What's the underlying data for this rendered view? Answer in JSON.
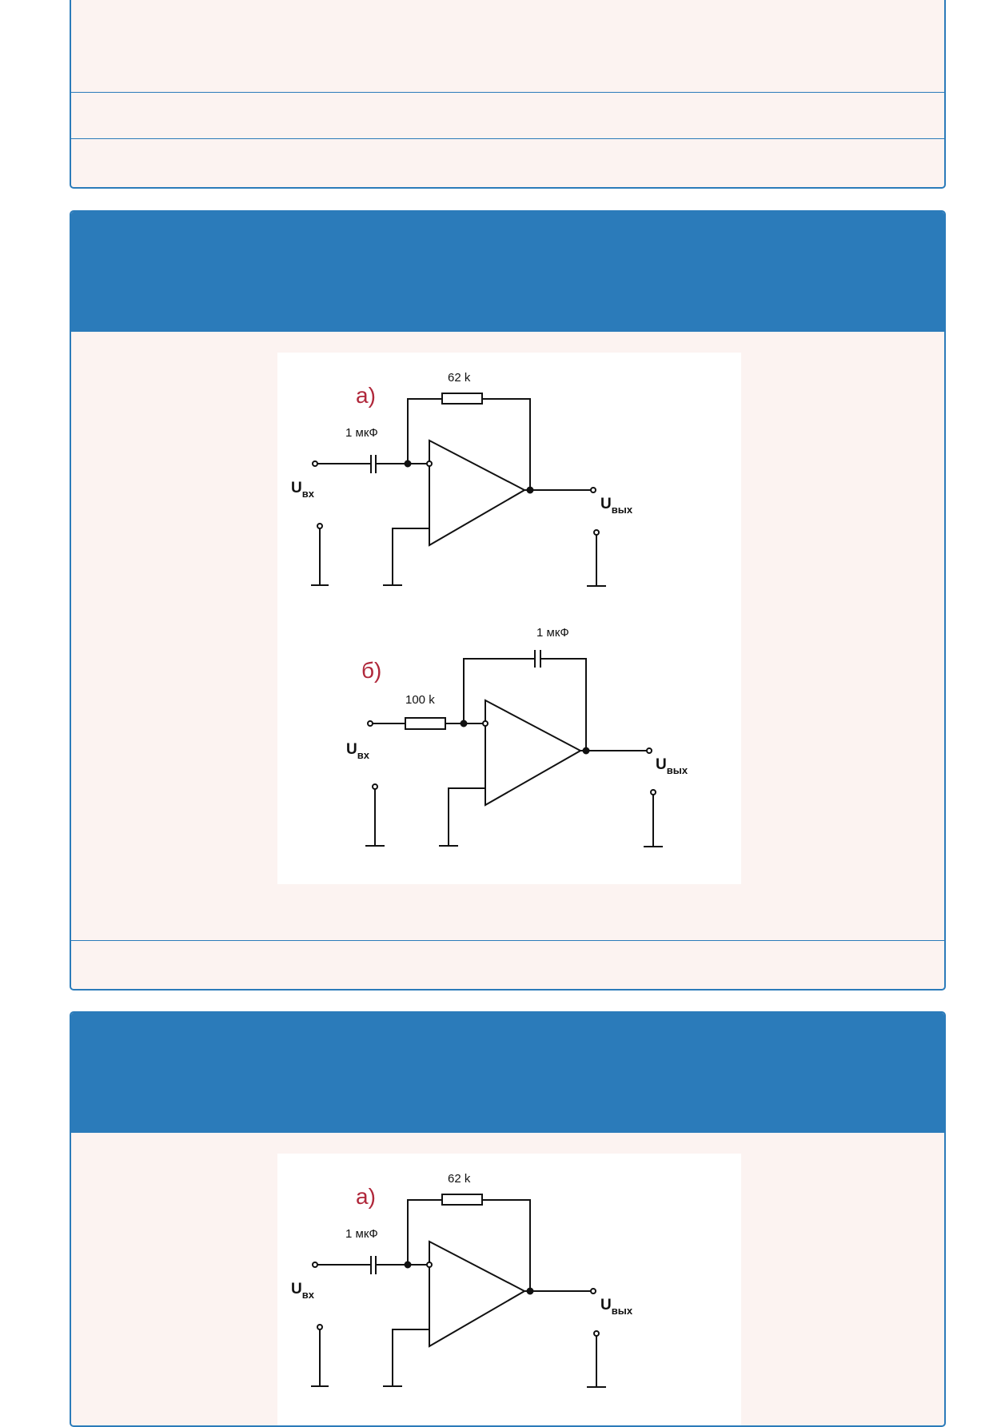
{
  "colors": {
    "accent": "#2b7bba",
    "card_bg": "#fcf3f1",
    "label_red": "#b0283b"
  },
  "figure": {
    "circuit_a": {
      "label": "а)",
      "resistor": "62 k",
      "capacitor": "1 мкФ",
      "input": {
        "main": "U",
        "sub": "вх"
      },
      "output": {
        "main": "U",
        "sub": "вых"
      }
    },
    "circuit_b": {
      "label": "б)",
      "resistor": "100 k",
      "capacitor": "1 мкФ",
      "input": {
        "main": "U",
        "sub": "вх"
      },
      "output": {
        "main": "U",
        "sub": "вых"
      }
    }
  }
}
